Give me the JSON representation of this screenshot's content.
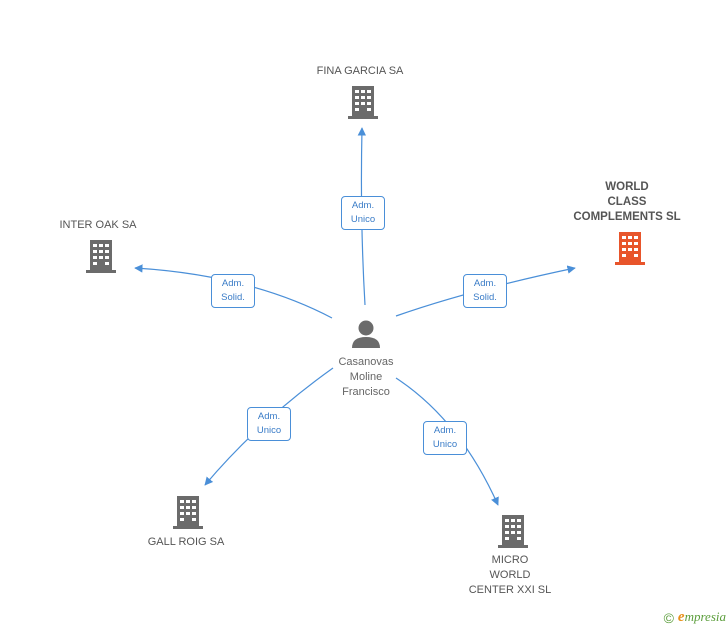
{
  "nodes": {
    "center": {
      "name_lines": [
        "Casanovas",
        "Moline",
        "Francisco"
      ]
    },
    "fina_garcia": {
      "name_lines": [
        "FINA GARCIA SA"
      ]
    },
    "inter_oak": {
      "name_lines": [
        "INTER OAK SA"
      ]
    },
    "world_class": {
      "name_lines": [
        "WORLD",
        "CLASS",
        "COMPLEMENTS SL"
      ]
    },
    "gall_roig": {
      "name_lines": [
        "GALL ROIG SA"
      ]
    },
    "micro_world": {
      "name_lines": [
        "MICRO",
        "WORLD",
        "CENTER XXI SL"
      ]
    }
  },
  "edges": {
    "to_fina_garcia": {
      "line1": "Adm.",
      "line2": "Unico"
    },
    "to_inter_oak": {
      "line1": "Adm.",
      "line2": "Solid."
    },
    "to_world_class": {
      "line1": "Adm.",
      "line2": "Solid."
    },
    "to_gall_roig": {
      "line1": "Adm.",
      "line2": "Unico"
    },
    "to_micro_world": {
      "line1": "Adm.",
      "line2": "Unico"
    }
  },
  "footer": {
    "copyright": "©",
    "brand_first": "e",
    "brand_rest": "mpresia"
  },
  "colors": {
    "edge": "#4a8fd8",
    "building": "#6b6b6b",
    "highlight": "#e8552b"
  }
}
